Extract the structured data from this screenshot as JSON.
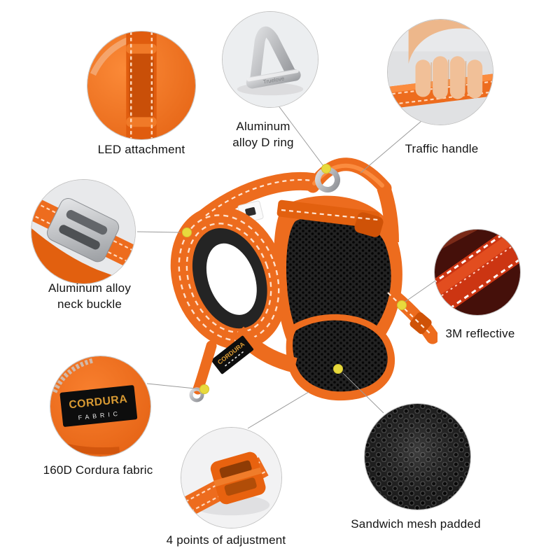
{
  "product": {
    "cordura": "CORDURA",
    "fabric": "FABRIC",
    "truelove": "Truelove"
  },
  "colors": {
    "orange": "#ed6c1e",
    "dark_orange": "#cf5207",
    "yellow_dot": "#e8da3d",
    "connector_line": "#9a9a9a",
    "label_text": "#141414",
    "mesh_black": "#151515",
    "reflective_red": "#cc3512",
    "metal_gray": "#b9babd",
    "background": "#ffffff"
  },
  "callouts": [
    {
      "id": "led-attachment",
      "label": "LED attachment"
    },
    {
      "id": "d-ring",
      "label": "Aluminum\nalloy D ring"
    },
    {
      "id": "traffic-handle",
      "label": "Traffic handle"
    },
    {
      "id": "neck-buckle",
      "label": "Aluminum alloy\nneck buckle"
    },
    {
      "id": "reflective",
      "label": "3M reflective"
    },
    {
      "id": "cordura-fabric",
      "label": "160D Cordura fabric"
    },
    {
      "id": "adjustment",
      "label": "4 points of adjustment"
    },
    {
      "id": "mesh-padded",
      "label": "Sandwich mesh padded"
    }
  ]
}
